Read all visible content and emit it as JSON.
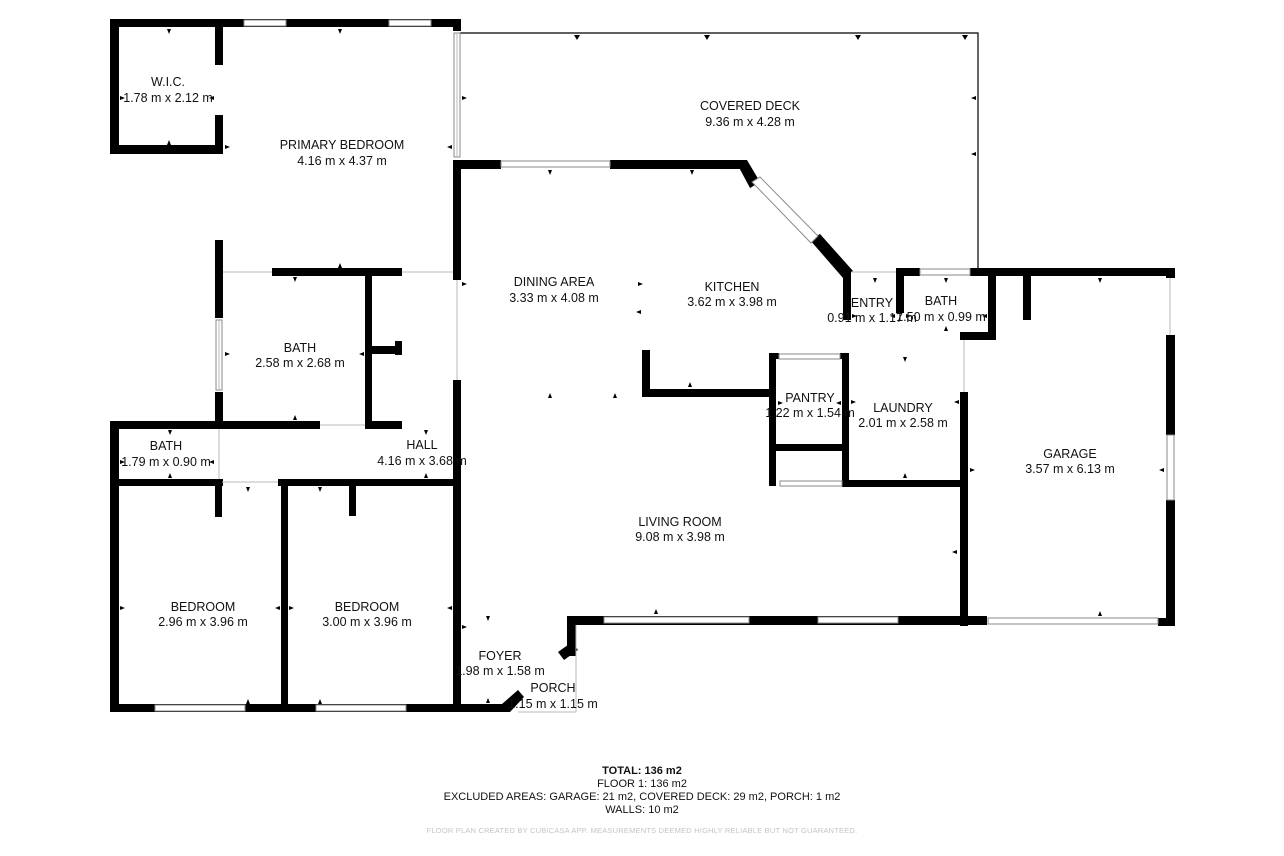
{
  "rooms": [
    {
      "id": "wic",
      "name": "W.I.C.",
      "dims": "1.78 m x 2.12 m"
    },
    {
      "id": "primary-bedroom",
      "name": "PRIMARY BEDROOM",
      "dims": "4.16 m x 4.37 m"
    },
    {
      "id": "covered-deck",
      "name": "COVERED DECK",
      "dims": "9.36 m x 4.28 m"
    },
    {
      "id": "dining-area",
      "name": "DINING AREA",
      "dims": "3.33 m x 4.08 m"
    },
    {
      "id": "kitchen",
      "name": "KITCHEN",
      "dims": "3.62 m x 3.98 m"
    },
    {
      "id": "entry",
      "name": "ENTRY",
      "dims": "0.91 m x 1.17 m"
    },
    {
      "id": "bath-laundry",
      "name": "BATH",
      "dims": "1.50 m x 0.99 m"
    },
    {
      "id": "bath-main",
      "name": "BATH",
      "dims": "2.58 m x 2.68 m"
    },
    {
      "id": "pantry",
      "name": "PANTRY",
      "dims": "1.22 m x 1.54 m"
    },
    {
      "id": "laundry",
      "name": "LAUNDRY",
      "dims": "2.01 m x 2.58 m"
    },
    {
      "id": "bath-small",
      "name": "BATH",
      "dims": "1.79 m x 0.90 m"
    },
    {
      "id": "hall",
      "name": "HALL",
      "dims": "4.16 m x 3.68 m"
    },
    {
      "id": "garage",
      "name": "GARAGE",
      "dims": "3.57 m x 6.13 m"
    },
    {
      "id": "living-room",
      "name": "LIVING ROOM",
      "dims": "9.08 m x 3.98 m"
    },
    {
      "id": "bedroom-2",
      "name": "BEDROOM",
      "dims": "2.96 m x 3.96 m"
    },
    {
      "id": "bedroom-3",
      "name": "BEDROOM",
      "dims": "3.00 m x 3.96 m"
    },
    {
      "id": "foyer",
      "name": "FOYER",
      "dims": "1.98 m x 1.58 m"
    },
    {
      "id": "porch",
      "name": "PORCH",
      "dims": "1.15 m x 1.15 m"
    }
  ],
  "summary": {
    "total": "TOTAL: 136 m2",
    "floor": "FLOOR 1: 136 m2",
    "excluded": "EXCLUDED AREAS: GARAGE: 21 m2, COVERED DECK: 29 m2, PORCH: 1 m2",
    "walls": "WALLS: 10 m2"
  },
  "disclaimer": "FLOOR PLAN CREATED BY CUBICASA APP. MEASUREMENTS DEEMED HIGHLY RELIABLE BUT NOT GUARANTEED."
}
